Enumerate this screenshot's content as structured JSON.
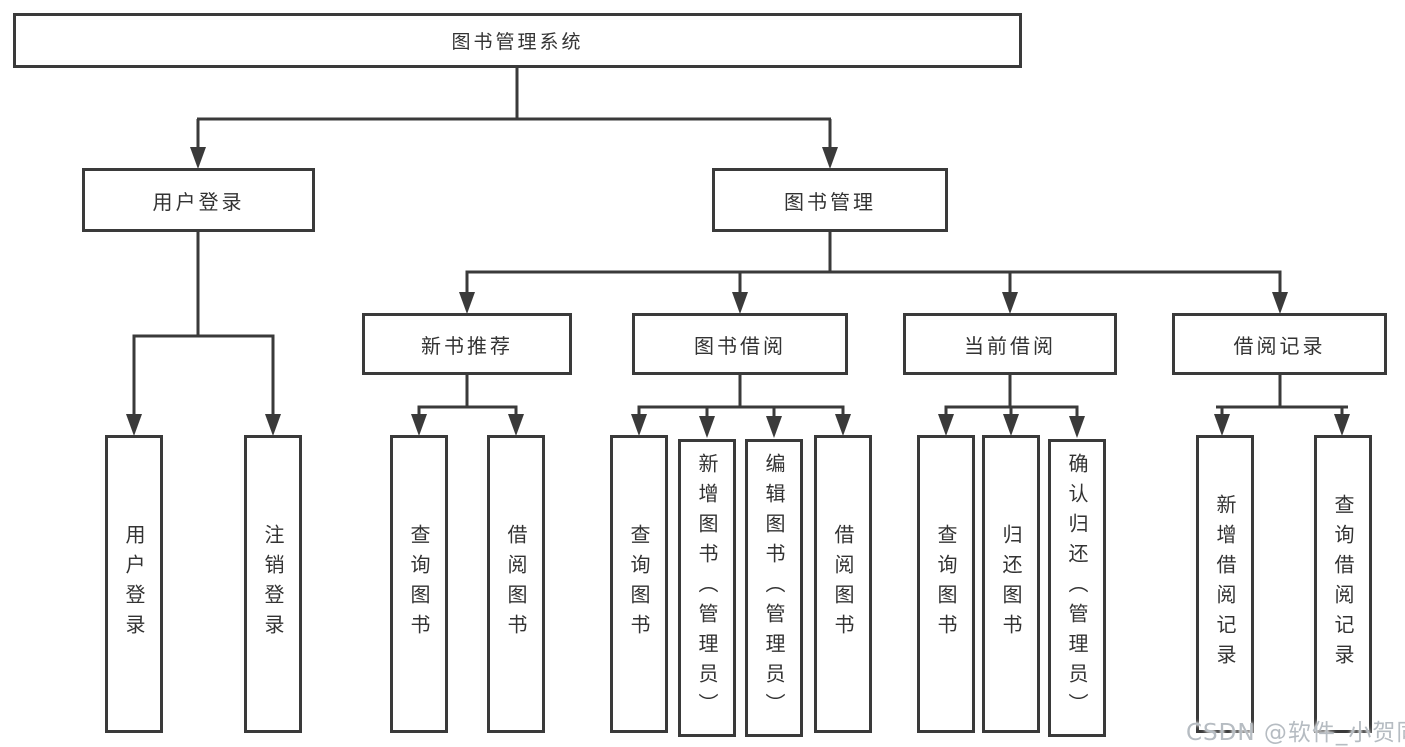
{
  "diagram": {
    "root": {
      "label": "图书管理系统"
    },
    "branches": [
      {
        "label": "用户登录",
        "children": [
          {
            "label": "用户登录"
          },
          {
            "label": "注销登录"
          }
        ]
      },
      {
        "label": "图书管理",
        "children": [
          {
            "label": "新书推荐",
            "children": [
              {
                "label": "查询图书"
              },
              {
                "label": "借阅图书"
              }
            ]
          },
          {
            "label": "图书借阅",
            "children": [
              {
                "label": "查询图书"
              },
              {
                "label": "新增图书（管理员）"
              },
              {
                "label": "编辑图书（管理员）"
              },
              {
                "label": "借阅图书"
              }
            ]
          },
          {
            "label": "当前借阅",
            "children": [
              {
                "label": "查询图书"
              },
              {
                "label": "归还图书"
              },
              {
                "label": "确认归还（管理员）"
              }
            ]
          },
          {
            "label": "借阅记录",
            "children": [
              {
                "label": "新增借阅记录"
              },
              {
                "label": "查询借阅记录"
              }
            ]
          }
        ]
      }
    ],
    "watermark": "CSDN @软件_小贺同学",
    "colors": {
      "line": "#3a3a3a",
      "box_border": "#3a3a3a",
      "box_fill": "#ffffff",
      "text": "#333333",
      "watermark": "#b6bcc2",
      "background": "#ffffff"
    }
  }
}
